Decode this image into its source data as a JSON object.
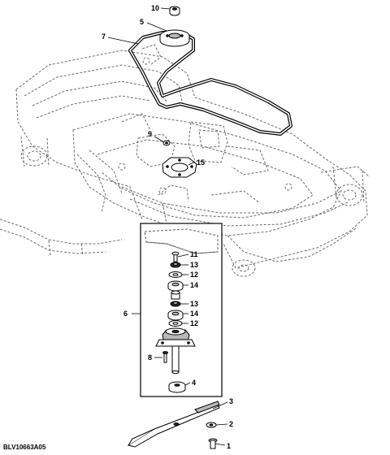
{
  "figure_code": "BLV10663A05",
  "callouts": {
    "c1": "1",
    "c2": "2",
    "c3": "3",
    "c4": "4",
    "c5": "5",
    "c6": "6",
    "c7": "7",
    "c8": "8",
    "c9": "9",
    "c10": "10",
    "c11": "11",
    "c12a": "12",
    "c12b": "12",
    "c13a": "13",
    "c13b": "13",
    "c14a": "14",
    "c14b": "14",
    "c15": "15"
  }
}
